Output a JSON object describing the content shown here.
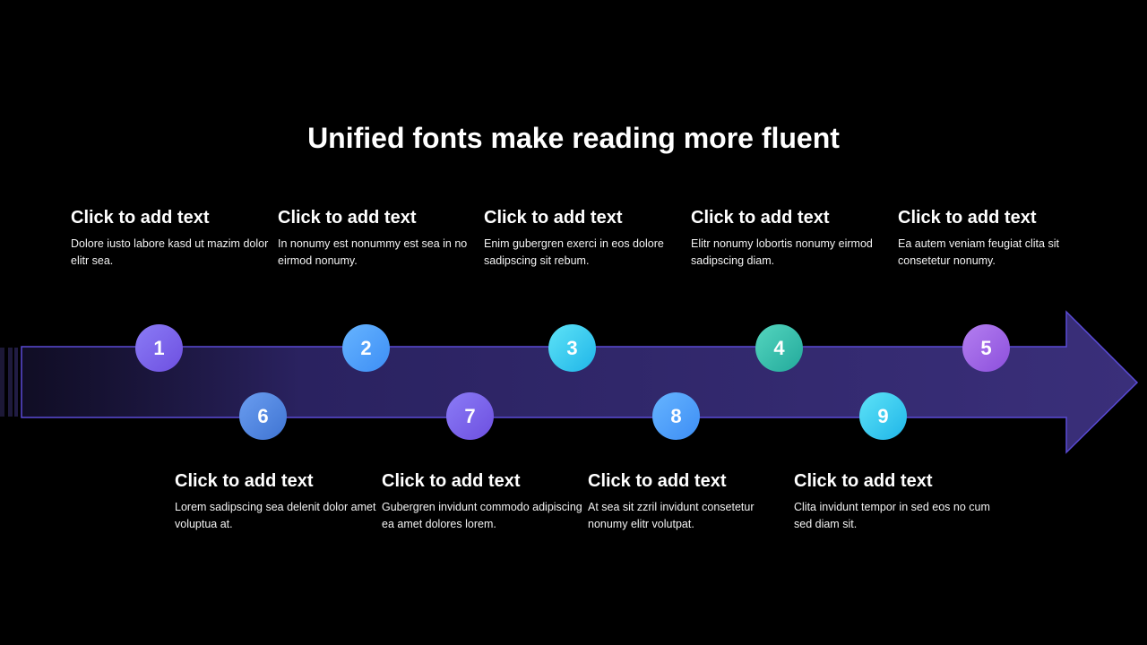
{
  "title": "Unified fonts make reading more fluent",
  "colors": {
    "background": "#000000",
    "arrow_fill": "#362c70",
    "arrow_stroke": "#5a4bd6",
    "text": "#ffffff"
  },
  "steps": [
    {
      "number": "1",
      "heading": "Click to add text",
      "body": "Dolore iusto labore kasd ut mazim dolor elitr sea.",
      "color": "violet"
    },
    {
      "number": "2",
      "heading": "Click to add text",
      "body": "In nonumy est nonummy est sea in no eirmod nonumy.",
      "color": "blue"
    },
    {
      "number": "3",
      "heading": "Click to add text",
      "body": "Enim gubergren exerci in eos dolore sadipscing sit rebum.",
      "color": "cyan"
    },
    {
      "number": "4",
      "heading": "Click to add text",
      "body": "Elitr nonumy lobortis nonumy eirmod sadipscing diam.",
      "color": "teal"
    },
    {
      "number": "5",
      "heading": "Click to add text",
      "body": "Ea autem veniam feugiat clita sit consetetur nonumy.",
      "color": "purple"
    },
    {
      "number": "6",
      "heading": "Click to add text",
      "body": "Lorem sadipscing sea delenit dolor amet voluptua at.",
      "color": "steel"
    },
    {
      "number": "7",
      "heading": "Click to add text",
      "body": "Gubergren invidunt commodo adipiscing ea amet dolores lorem.",
      "color": "violet"
    },
    {
      "number": "8",
      "heading": "Click to add text",
      "body": "At sea sit zzril invidunt consetetur nonumy elitr volutpat.",
      "color": "blue"
    },
    {
      "number": "9",
      "heading": "Click to add text",
      "body": "Clita invidunt tempor in sed eos no cum sed diam sit.",
      "color": "cyan"
    }
  ]
}
